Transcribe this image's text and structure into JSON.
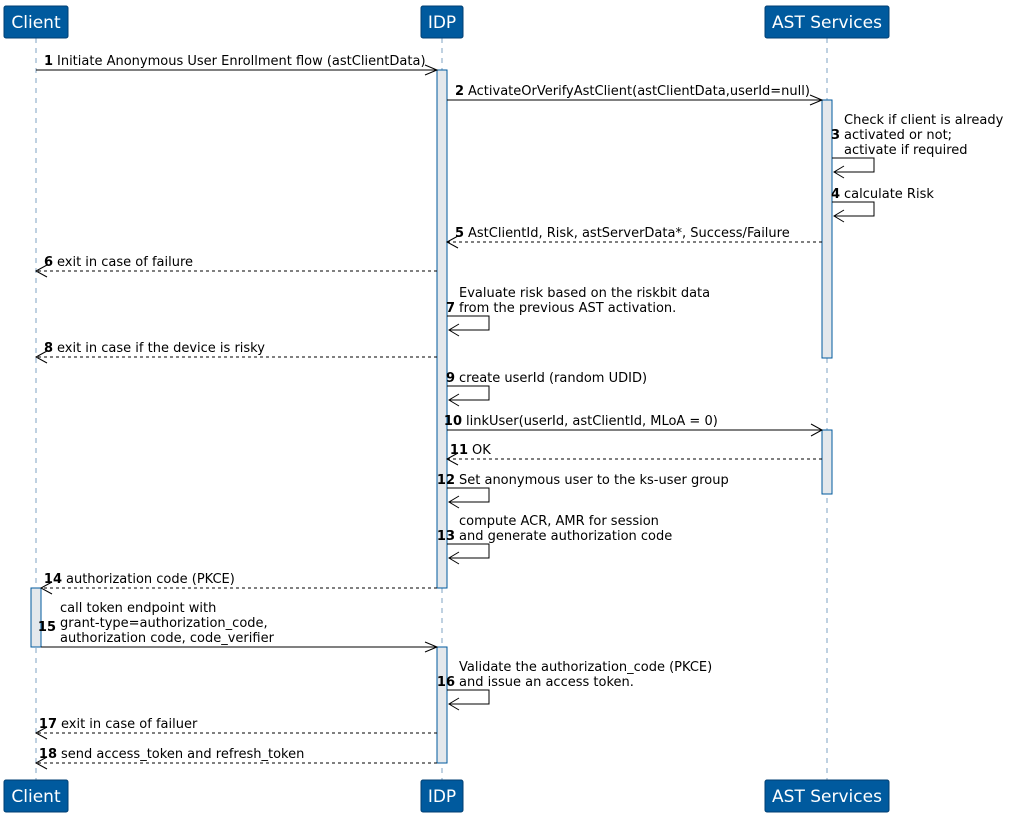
{
  "participants": [
    {
      "id": "client",
      "label": "Client"
    },
    {
      "id": "idp",
      "label": "IDP"
    },
    {
      "id": "ast",
      "label": "AST Services"
    }
  ],
  "messages": [
    {
      "num": "1",
      "from": "client",
      "to": "idp",
      "style": "solid-open",
      "lines": [
        "Initiate Anonymous User Enrollment flow (astClientData)"
      ]
    },
    {
      "num": "2",
      "from": "idp",
      "to": "ast",
      "style": "solid-open",
      "lines": [
        "ActivateOrVerifyAstClient(astClientData,userId=null)"
      ]
    },
    {
      "num": "3",
      "from": "ast",
      "to": "ast",
      "style": "self",
      "lines": [
        "Check if client is already",
        "activated or not;",
        "activate if required"
      ]
    },
    {
      "num": "4",
      "from": "ast",
      "to": "ast",
      "style": "self",
      "lines": [
        "calculate Risk"
      ]
    },
    {
      "num": "5",
      "from": "ast",
      "to": "idp",
      "style": "dashed",
      "lines": [
        "AstClientId, Risk, astServerData*, Success/Failure"
      ]
    },
    {
      "num": "6",
      "from": "idp",
      "to": "client",
      "style": "dashed",
      "lines": [
        "exit in case of failure"
      ]
    },
    {
      "num": "7",
      "from": "idp",
      "to": "idp",
      "style": "self",
      "lines": [
        "Evaluate risk based on the riskbit data",
        " from the previous AST activation."
      ]
    },
    {
      "num": "8",
      "from": "idp",
      "to": "client",
      "style": "dashed",
      "lines": [
        "exit in case if the device is risky"
      ]
    },
    {
      "num": "9",
      "from": "idp",
      "to": "idp",
      "style": "self",
      "lines": [
        "create userId (random UDID)"
      ]
    },
    {
      "num": "10",
      "from": "idp",
      "to": "ast",
      "style": "solid",
      "lines": [
        "linkUser(userId, astClientId, MLoA = 0)"
      ]
    },
    {
      "num": "11",
      "from": "ast",
      "to": "idp",
      "style": "dashed",
      "lines": [
        "OK"
      ]
    },
    {
      "num": "12",
      "from": "idp",
      "to": "idp",
      "style": "self",
      "lines": [
        "Set anonymous user to the ks-user group"
      ]
    },
    {
      "num": "13",
      "from": "idp",
      "to": "idp",
      "style": "self",
      "lines": [
        "compute ACR, AMR for session",
        "and generate authorization code"
      ]
    },
    {
      "num": "14",
      "from": "idp",
      "to": "client",
      "style": "dashed",
      "lines": [
        "authorization code (PKCE)"
      ]
    },
    {
      "num": "15",
      "from": "client",
      "to": "idp",
      "style": "solid-open",
      "lines": [
        "call token endpoint with",
        "grant-type=authorization_code,",
        "authorization code, code_verifier"
      ]
    },
    {
      "num": "16",
      "from": "idp",
      "to": "idp",
      "style": "self",
      "lines": [
        "Validate the authorization_code (PKCE)",
        " and issue an access token."
      ]
    },
    {
      "num": "17",
      "from": "idp",
      "to": "client",
      "style": "dashed",
      "lines": [
        "exit in case of failuer"
      ]
    },
    {
      "num": "18",
      "from": "idp",
      "to": "client",
      "style": "dashed",
      "lines": [
        "send access_token and refresh_token"
      ]
    }
  ],
  "colors": {
    "actor_fill": "#005a9e",
    "actor_text": "#ffffff",
    "activation_fill": "#e4e8ec",
    "lifeline": "#7fa3c3"
  }
}
